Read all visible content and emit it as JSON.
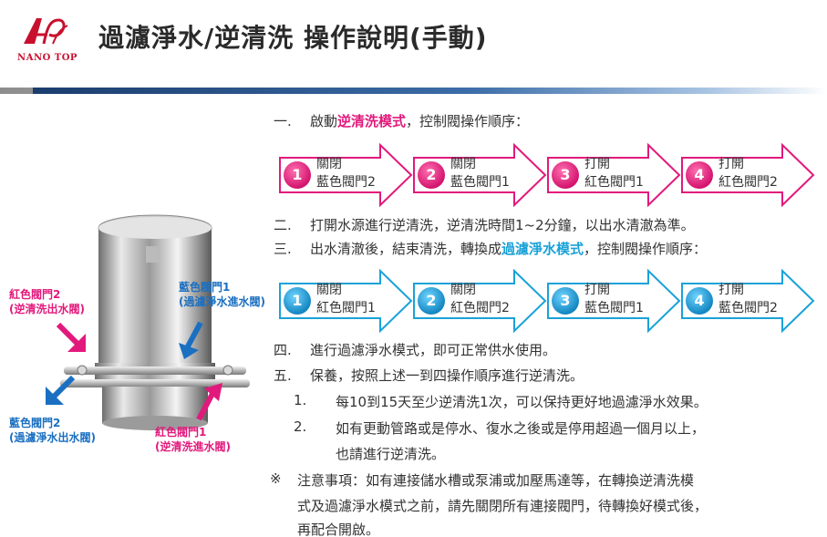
{
  "header": {
    "brand": "NANO TOP",
    "title": "過濾淨水/逆清洗 操作說明(手動)"
  },
  "colors": {
    "pink": "#e2197c",
    "cyan": "#1aa2d8",
    "blue_rule": "#1b3d6e"
  },
  "sec1": {
    "num": "一.",
    "pre": "啟動",
    "hl": "逆清洗模式",
    "post": "，控制閥操作順序："
  },
  "flow1": [
    {
      "n": "1",
      "a": "關閉",
      "b": "藍色閥門2"
    },
    {
      "n": "2",
      "a": "關閉",
      "b": "藍色閥門1"
    },
    {
      "n": "3",
      "a": "打開",
      "b": "紅色閥門1"
    },
    {
      "n": "4",
      "a": "打開",
      "b": "紅色閥門2"
    }
  ],
  "sec2": {
    "num": "二.",
    "text": "打開水源進行逆清洗，逆清洗時間1~2分鐘，以出水清澈為準。"
  },
  "sec3": {
    "num": "三.",
    "pre": "出水清澈後，結束清洗，轉換成",
    "hl": "過濾淨水模式",
    "post": "，控制閥操作順序："
  },
  "flow2": [
    {
      "n": "1",
      "a": "關閉",
      "b": "紅色閥門1"
    },
    {
      "n": "2",
      "a": "關閉",
      "b": "紅色閥門2"
    },
    {
      "n": "3",
      "a": "打開",
      "b": "藍色閥門1"
    },
    {
      "n": "4",
      "a": "打開",
      "b": "藍色閥門2"
    }
  ],
  "sec4": {
    "num": "四.",
    "text": "進行過濾淨水模式，即可正常供水使用。"
  },
  "sec5": {
    "num": "五.",
    "text": "保養，按照上述一到四操作順序進行逆清洗。",
    "items": [
      {
        "n": "1.",
        "text": "每10到15天至少逆清洗1次，可以保持更好地過濾淨水效果。"
      },
      {
        "n": "2.",
        "text": "如有更動管路或是停水、復水之後或是停用超過一個月以上，",
        "text2": "也請進行逆清洗。"
      }
    ]
  },
  "note": {
    "mark": "※",
    "l1": "注意事項：如有連接儲水槽或泵浦或加壓馬達等，在轉換逆清洗模",
    "l2": "式及過濾淨水模式之前，請先關閉所有連接閥門，待轉換好模式後，",
    "l3": "再配合開啟。"
  },
  "labels": {
    "red2_a": "紅色閥門2",
    "red2_b": "(逆清洗出水閥)",
    "blue1_a": "藍色閥門1",
    "blue1_b": "(過濾淨水進水閥)",
    "blue2_a": "藍色閥門2",
    "blue2_b": "(過濾淨水出水閥)",
    "red1_a": "紅色閥門1",
    "red1_b": "(逆清洗進水閥)"
  }
}
